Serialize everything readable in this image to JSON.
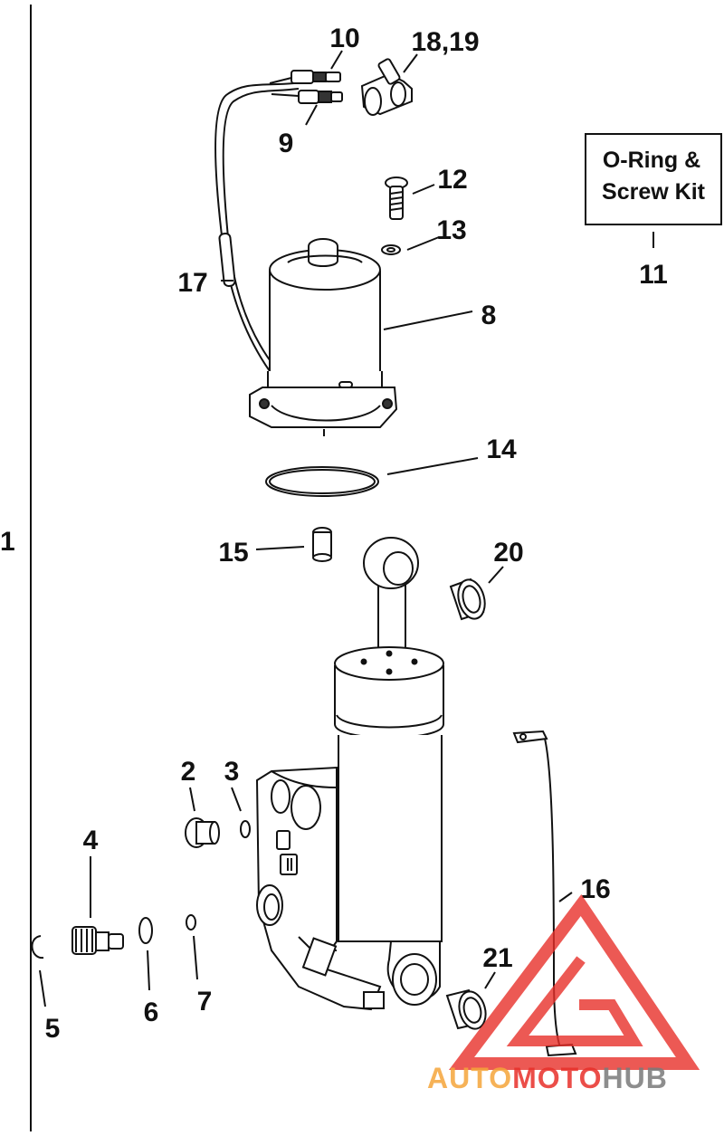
{
  "labels": {
    "l1": "1",
    "l2": "2",
    "l3": "3",
    "l4": "4",
    "l5": "5",
    "l6": "6",
    "l7": "7",
    "l8": "8",
    "l9": "9",
    "l10": "10",
    "l11": "11",
    "l12": "12",
    "l13": "13",
    "l14": "14",
    "l15": "15",
    "l16": "16",
    "l17": "17",
    "l1819": "18,19",
    "l20": "20",
    "l21": "21"
  },
  "kit_box": {
    "line1": "O-Ring &",
    "line2": "Screw Kit"
  },
  "watermark": {
    "part1": "AUTO",
    "part2": "MOTO",
    "part3": "HUB"
  },
  "colors": {
    "line": "#111111",
    "watermark_red": "#e8302a",
    "watermark_orange": "#f5a53a",
    "watermark_gray": "#7a7a7a"
  }
}
